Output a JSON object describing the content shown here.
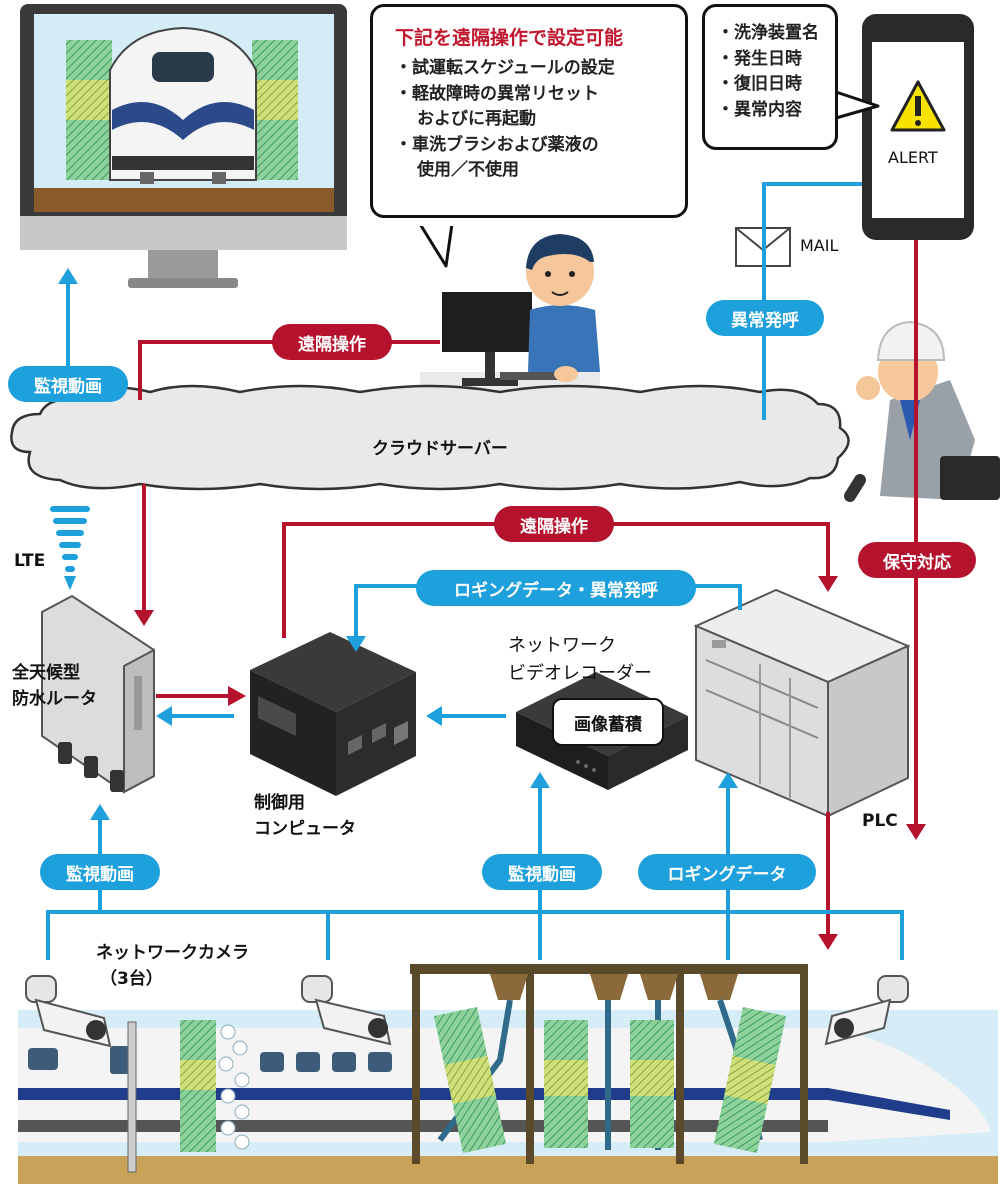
{
  "pills": {
    "remote_op_top": "遠隔操作",
    "monitor_video_left": "監視動画",
    "alarm_call": "異常発呼",
    "remote_op_mid": "遠隔操作",
    "logging_alarm": "ロギングデータ・異常発呼",
    "maintenance": "保守対応",
    "monitor_video_bottom_left": "監視動画",
    "monitor_video_bottom_mid": "監視動画",
    "logging_data": "ロギングデータ"
  },
  "remote_bubble": {
    "title": "下記を遠隔操作で設定可能",
    "items": [
      [
        "・試運転スケジュールの設定"
      ],
      [
        "・軽故障時の異常リセット",
        "およびに再起動"
      ],
      [
        "・車洗ブラシおよび薬液の",
        "使用／不使用"
      ]
    ]
  },
  "alert_bubble": {
    "items": [
      "・洗浄装置名",
      "・発生日時",
      "・復旧日時",
      "・異常内容"
    ]
  },
  "labels": {
    "alert": "ALERT",
    "mail": "MAIL",
    "cloud": "クラウドサーバー",
    "lte": "LTE",
    "router_line1": "全天候型",
    "router_line2": "防水ルータ",
    "nvr_line1": "ネットワーク",
    "nvr_line2": "ビデオレコーダー",
    "image_storage": "画像蓄積",
    "computer_line1": "制御用",
    "computer_line2": "コンピュータ",
    "plc": "PLC",
    "camera_line1": "ネットワークカメラ",
    "camera_line2": "（3台）"
  },
  "colors": {
    "blue": "#1ea0dc",
    "red": "#b5122d"
  }
}
